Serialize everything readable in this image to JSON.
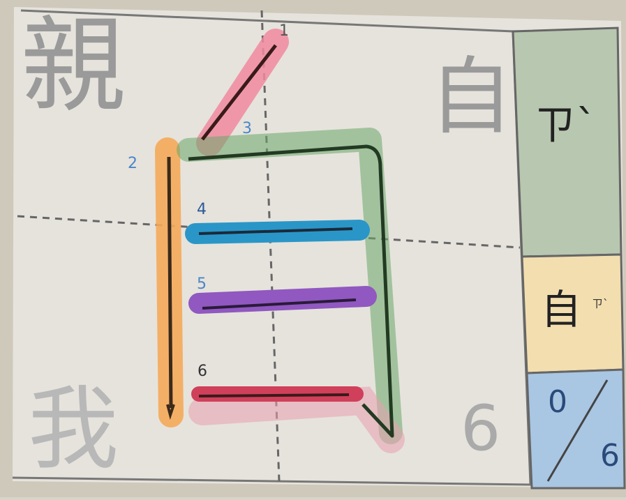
{
  "phrase_chars": [
    "親",
    "自",
    "我"
  ],
  "character": "自",
  "stroke_count": "6",
  "stroke_numbers": [
    "1",
    "2",
    "3",
    "4",
    "5",
    "6"
  ],
  "bopomofo": "ㄗˋ",
  "sidebar": {
    "card_char": "自",
    "card_zhuyin": "ㄗˋ",
    "fraction_top": "0",
    "fraction_bottom": "6"
  },
  "colors": {
    "paper": "#e4e1da",
    "bopomofo_panel": "#b8c7b0",
    "card_panel": "#f3deb0",
    "fraction_panel": "#a9c6e3",
    "stroke_1": "#e8607e",
    "stroke_2": "#f0a050",
    "stroke_3_4_frame": "#3a7a3a",
    "stroke_4": "#2a96c8",
    "stroke_5": "#9058c0",
    "stroke_6": "#d0405a"
  }
}
